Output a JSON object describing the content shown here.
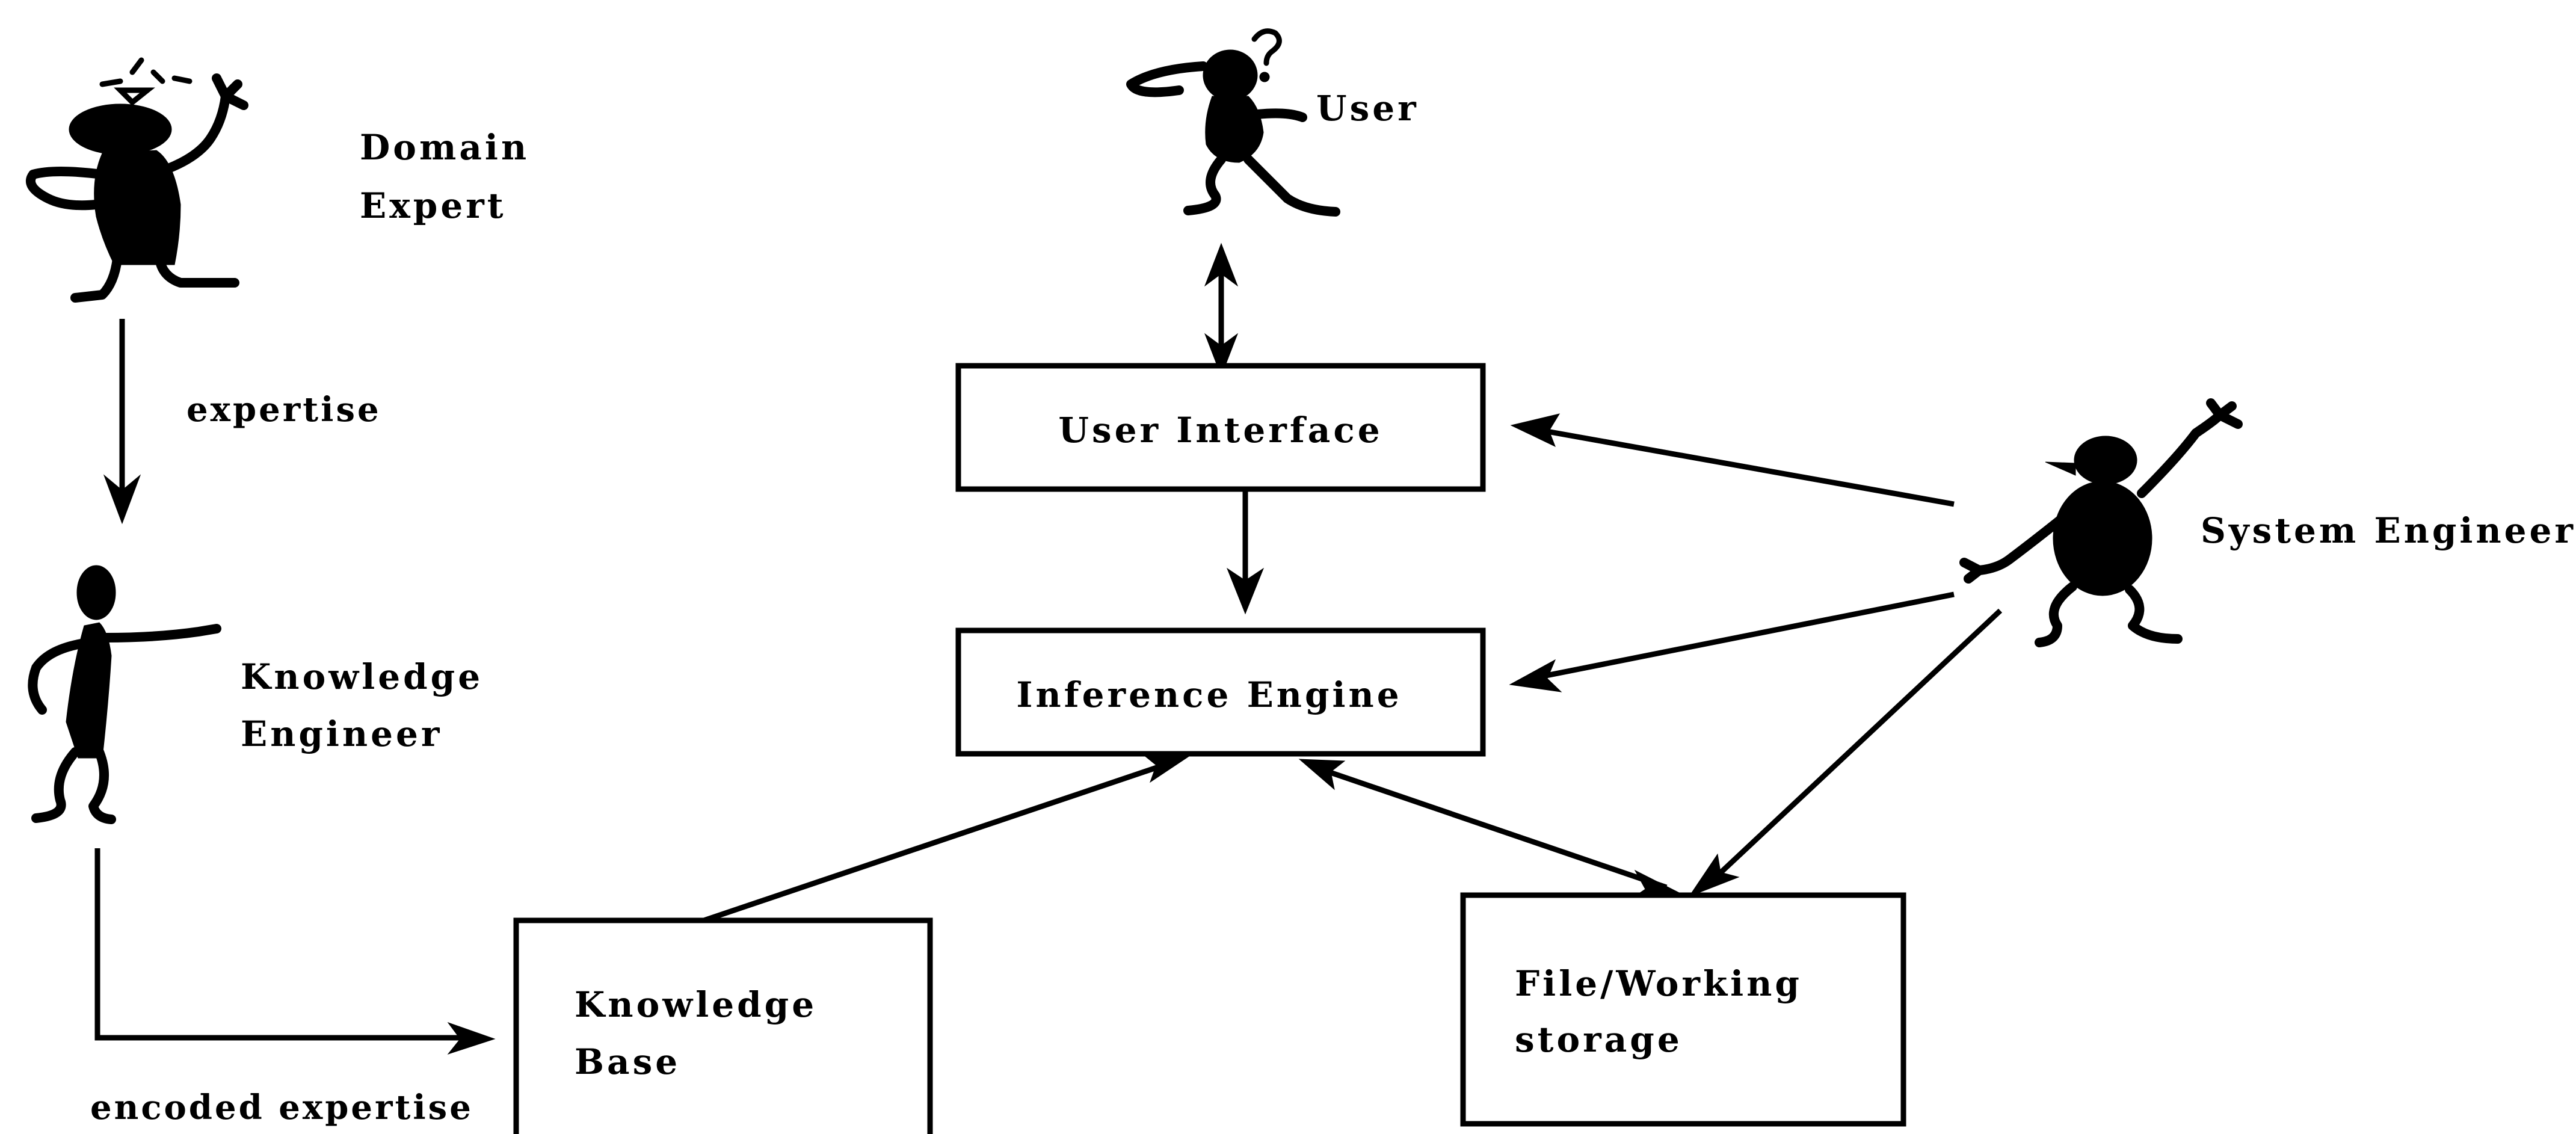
{
  "actors": {
    "domain_expert": {
      "line1": "Domain",
      "line2": "Expert"
    },
    "knowledge_engineer": {
      "line1": "Knowledge",
      "line2": "Engineer"
    },
    "user": {
      "label": "User"
    },
    "system_engineer": {
      "label": "System Engineer"
    }
  },
  "components": {
    "user_interface": "User Interface",
    "inference_engine": "Inference Engine",
    "knowledge_base": {
      "line1": "Knowledge",
      "line2": "Base"
    },
    "file_working_storage": {
      "line1": "File/Working",
      "line2": "storage"
    }
  },
  "flows": {
    "expertise": "expertise",
    "encoded_expertise": "encoded expertise"
  },
  "colors": {
    "ink": "#000000",
    "background": "#ffffff"
  }
}
